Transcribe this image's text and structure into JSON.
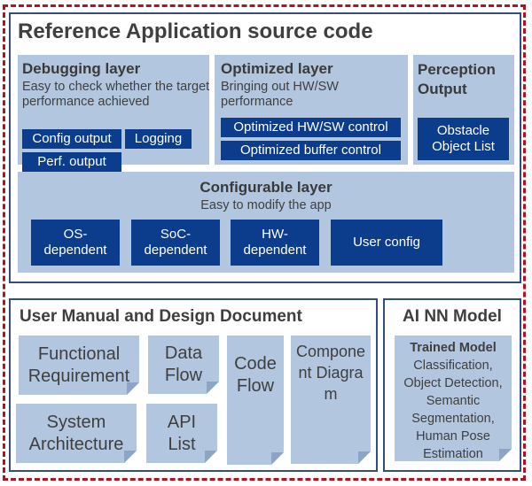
{
  "reference_app": {
    "title": "Reference Application source code",
    "debugging_layer": {
      "title": "Debugging layer",
      "description": "Easy to check whether the target performance achieved",
      "items": [
        "Config output",
        "Logging",
        "Perf. output"
      ]
    },
    "optimized_layer": {
      "title": "Optimized layer",
      "description": "Bringing out HW/SW performance",
      "items": [
        "Optimized HW/SW control",
        "Optimized buffer control"
      ]
    },
    "perception_output": {
      "title": "Perception Output",
      "items": [
        "Obstacle Object List"
      ]
    },
    "configurable_layer": {
      "title": "Configurable layer",
      "description": "Easy to modify the app",
      "items": [
        "OS-dependent",
        "SoC-dependent",
        "HW-dependent",
        "User config"
      ]
    }
  },
  "user_manual": {
    "title": "User Manual and Design Document",
    "documents": [
      "Functional Requirement",
      "Data Flow",
      "Code Flow",
      "Component Diagram",
      "System Architecture",
      "API List"
    ]
  },
  "ai_model": {
    "title": "AI NN Model",
    "card_title": "Trained Model",
    "card_body": "Classification, Object Detection, Semantic Segmentation, Human Pose Estimation"
  },
  "colors": {
    "dashed_border": "#b0141e",
    "panel_border": "#2f4f7f",
    "layer_bg": "#b2c6e0",
    "button_bg": "#0b3d8c"
  }
}
